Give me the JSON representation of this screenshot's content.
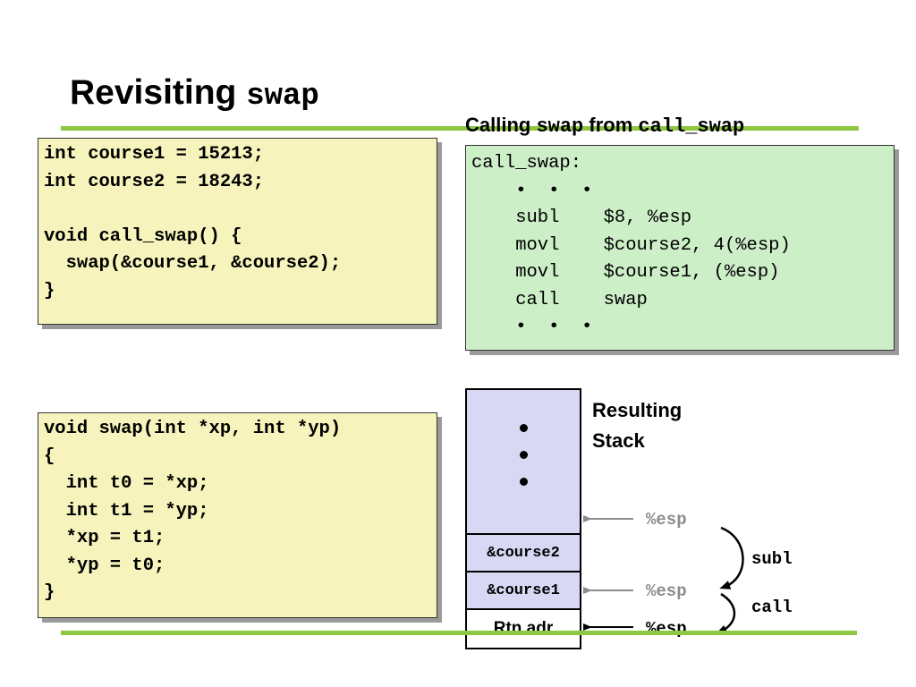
{
  "slide": {
    "title_text": "Revisiting ",
    "title_code": "swap",
    "calling_heading_text": "Calling ",
    "calling_heading_code1": "swap",
    "calling_heading_text2": " from ",
    "calling_heading_code2": "call_swap"
  },
  "globals_code": "int course1 = 15213;\nint course2 = 18243;\n\nvoid call_swap() {\n  swap(&course1, &course2);\n}",
  "swap_code": "void swap(int *xp, int *yp)\n{\n  int t0 = *xp;\n  int t1 = *yp;\n  *xp = t1;\n  *yp = t0;\n}",
  "asm_code": "call_swap:\n    •  •  •\n    subl    $8, %esp\n    movl    $course2, 4(%esp)\n    movl    $course1, (%esp)\n    call    swap\n    •  •  •",
  "stack": {
    "label_line1": "Resulting",
    "label_line2": "Stack",
    "cells": [
      "&course2",
      "&course1",
      "Rtn adr"
    ],
    "esp_label": "%esp",
    "ops": [
      "subl",
      "call"
    ]
  },
  "colors": {
    "rule_green": "#8dc63f",
    "yellow_box": "#f6f4bc",
    "green_box": "#cdefc8",
    "stack_fill": "#d8d8f5",
    "muted_gray": "#8c8c8c"
  }
}
